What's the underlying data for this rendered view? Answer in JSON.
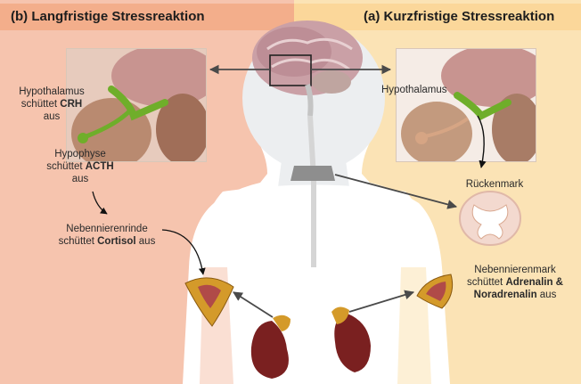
{
  "headings": {
    "long_term": "(b) Langfristige Stressreaktion",
    "short_term": "(a) Kurzfristige Stressreaktion"
  },
  "left_labels": {
    "hypothalamus": {
      "line1": "Hypothalamus",
      "line2_pre": "schüttet ",
      "line2_bold": "CRH",
      "line3": "aus"
    },
    "hypophyse": {
      "line1": "Hypophyse",
      "line2_pre": "schüttet ",
      "line2_bold": "ACTH",
      "line3": "aus"
    },
    "nebennierenrinde": {
      "line1": "Nebennierenrinde",
      "line2_pre": "schüttet ",
      "line2_bold": "Cortisol",
      "line2_post": " aus"
    }
  },
  "right_labels": {
    "hypothalamus": "Hypothalamus",
    "rueckenmark": "Rückenmark",
    "nebennierenmark": {
      "line1": "Nebennierenmark",
      "line2_pre": "schüttet ",
      "line2_bold": "Adrenalin &",
      "line3_bold": "Noradrenalin",
      "line3_post": " aus"
    }
  },
  "colors": {
    "left_bg": "#f6c4ae",
    "right_bg": "#fbe3b5",
    "hormone_green": "#7dbb2e",
    "body": "#ffffff",
    "kidney": "#7a2020",
    "adrenal": "#d49a2a"
  }
}
